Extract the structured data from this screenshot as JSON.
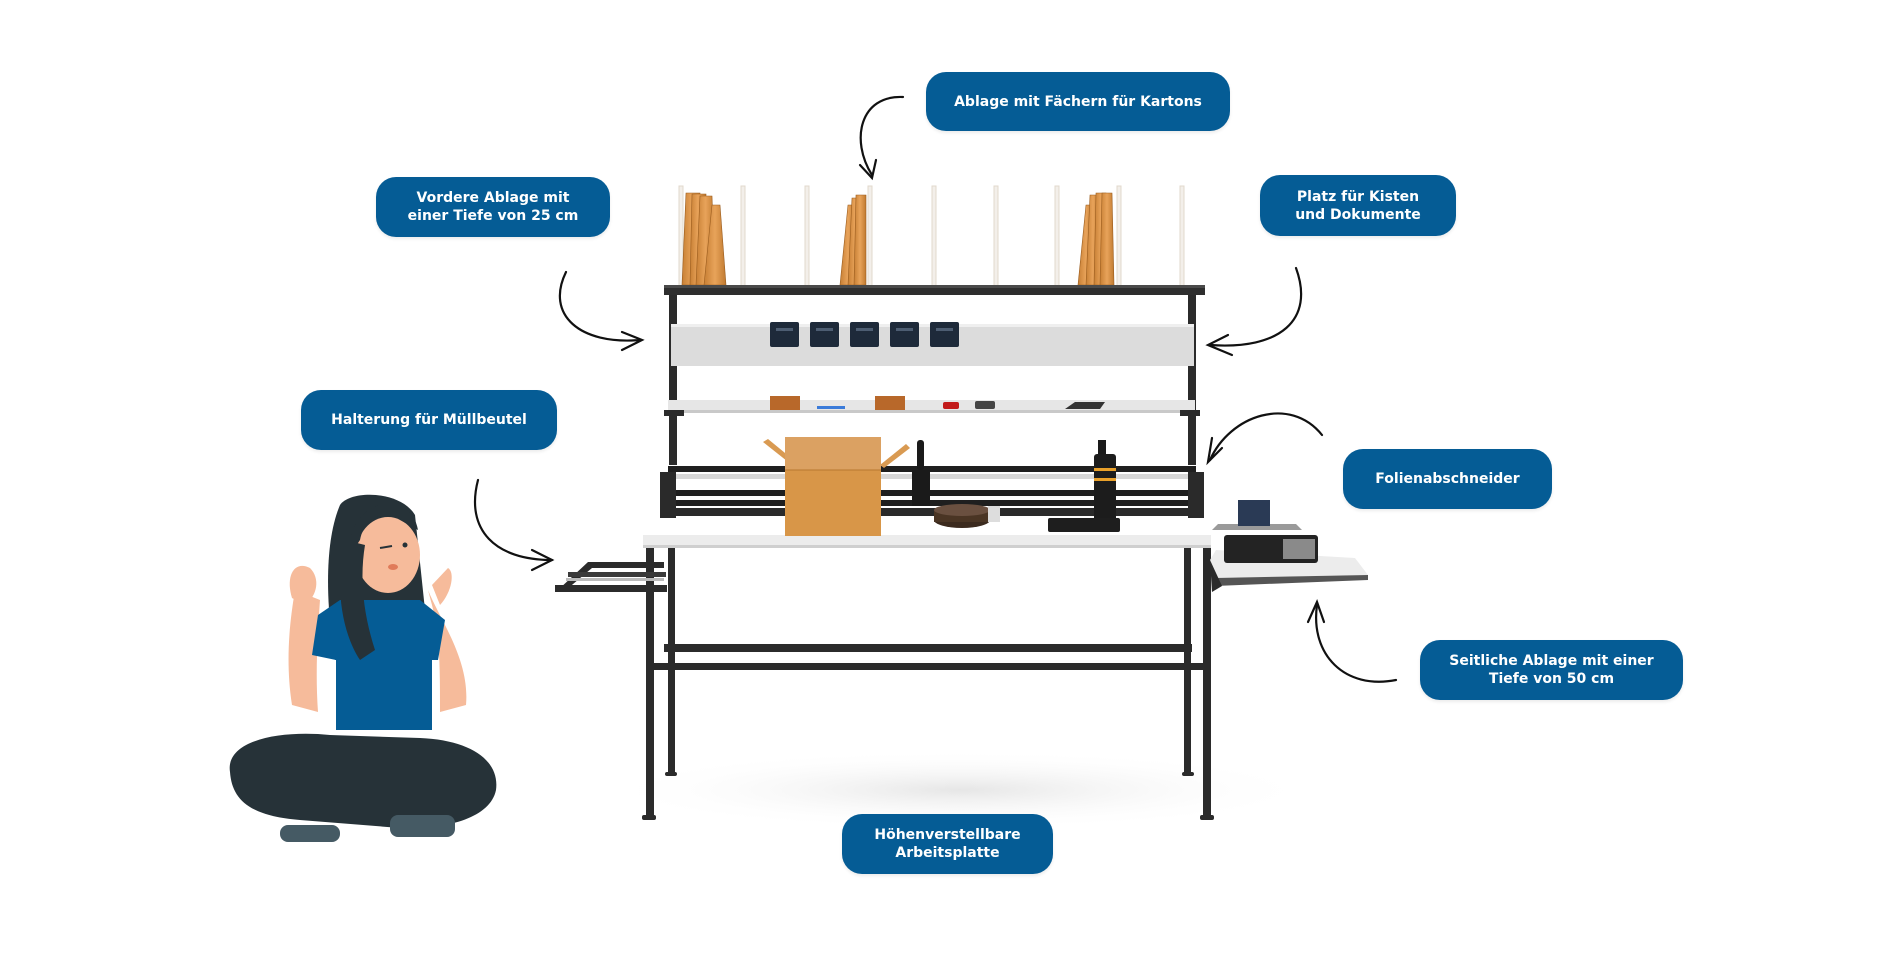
{
  "title": "Packtisch mit Zubehör",
  "labels": {
    "shelf_compartments": "Ablage mit Fächern für Kartons",
    "front_shelf": "Vordere Ablage mit\neiner Tiefe von 25 cm",
    "boxes_documents": "Platz für Kisten\nund Dokumente",
    "trash_bag_holder": "Halterung für Müllbeutel",
    "film_cutter": "Folienabschneider",
    "side_shelf": "Seitliche Ablage mit einer\nTiefe von 50 cm",
    "height_adjustable": "Höhenverstellbare\nArbeitsplatte"
  },
  "colors": {
    "label_bg": "#055c95",
    "label_text": "#ffffff",
    "frame": "#2b2b2b",
    "worktop": "#e9e9e9",
    "cardboard": "#d89a52",
    "shirt": "#055c95",
    "skin": "#f6bb9b",
    "hair": "#263238",
    "arrow": "#111111"
  },
  "icons": {
    "arrows": "curved-arrow-icon",
    "bins": "storage-bin-icon",
    "scale": "scale-icon"
  }
}
